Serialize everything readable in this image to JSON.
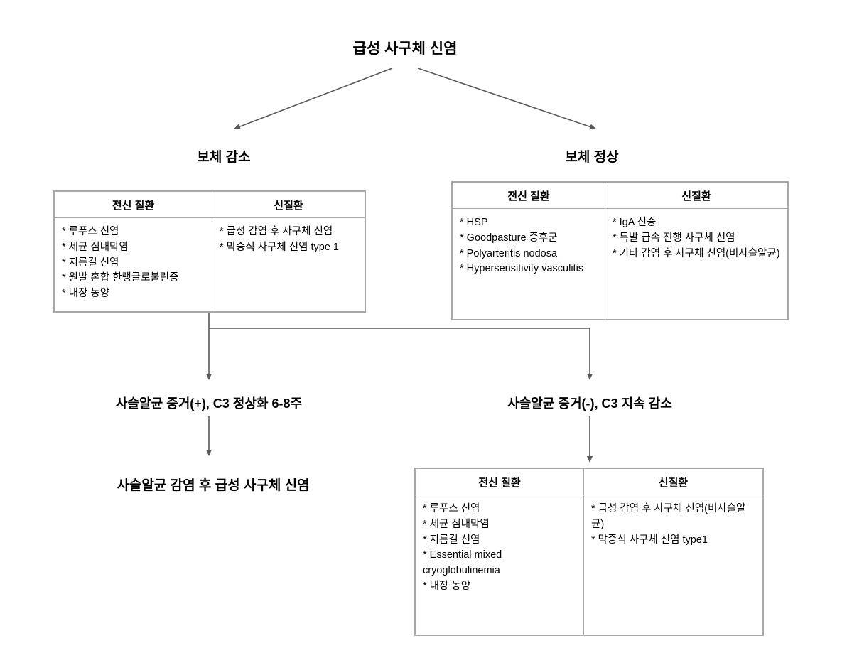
{
  "title": "급성 사구체 신염",
  "branches": {
    "left": {
      "heading": "보체 감소",
      "table": {
        "headers": [
          "전신 질환",
          "신질환"
        ],
        "systemic": [
          "* 루푸스 신염",
          "* 세균 심내막염",
          "* 지름길 신염",
          "* 원발 혼합 한랭글로불린증",
          "* 내장 농양"
        ],
        "renal": [
          "* 급성 감염 후 사구체 신염",
          "* 막증식 사구체 신염 type 1"
        ]
      }
    },
    "right": {
      "heading": "보체 정상",
      "table": {
        "headers": [
          "전신 질환",
          "신질환"
        ],
        "systemic": [
          "* HSP",
          "* Goodpasture 증후군",
          "* Polyarteritis nodosa",
          "* Hypersensitivity vasculitis"
        ],
        "renal": [
          "* IgA 신증",
          "* 특발 급속 진행 사구체 신염",
          "* 기타 감염 후 사구체 신염(비사슬알균)"
        ]
      }
    }
  },
  "decisions": {
    "left": "사슬알균 증거(+), C3 정상화 6-8주",
    "right": "사슬알균 증거(-), C3 지속 감소"
  },
  "outcome_left": "사슬알균 감염 후 급성 사구체 신염",
  "bottom_table": {
    "headers": [
      "전신 질환",
      "신질환"
    ],
    "systemic": [
      "* 루푸스 신염",
      "* 세균 심내막염",
      "* 지름길 신염",
      "* Essential mixed cryoglobulinemia",
      "* 내장 농양"
    ],
    "renal": [
      "* 급성 감염 후 사구체 신염(비사슬알균)",
      "* 막증식 사구체 신염 type1"
    ]
  },
  "colors": {
    "border": "#a8a8a8",
    "arrow": "#595959",
    "text": "#000000"
  }
}
